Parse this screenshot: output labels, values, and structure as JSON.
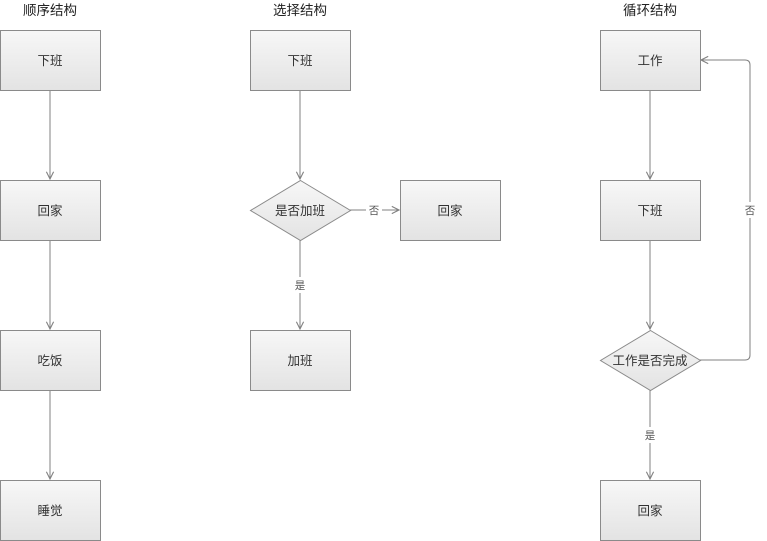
{
  "sections": [
    {
      "title": "顺序结构",
      "nodes": [
        {
          "label": "下班"
        },
        {
          "label": "回家"
        },
        {
          "label": "吃饭"
        },
        {
          "label": "睡觉"
        }
      ]
    },
    {
      "title": "选择结构",
      "nodes": [
        {
          "label": "下班"
        },
        {
          "label": "是否加班"
        },
        {
          "label": "回家"
        },
        {
          "label": "加班"
        }
      ],
      "edge_labels": {
        "no": "否",
        "yes": "是"
      }
    },
    {
      "title": "循环结构",
      "nodes": [
        {
          "label": "工作"
        },
        {
          "label": "下班"
        },
        {
          "label": "工作是否完成"
        },
        {
          "label": "回家"
        }
      ],
      "edge_labels": {
        "no": "否",
        "yes": "是"
      }
    }
  ],
  "colors": {
    "box_top": "#f7f7f7",
    "box_bottom": "#e4e4e4",
    "border": "#8a8a8a",
    "edge": "#808080"
  }
}
